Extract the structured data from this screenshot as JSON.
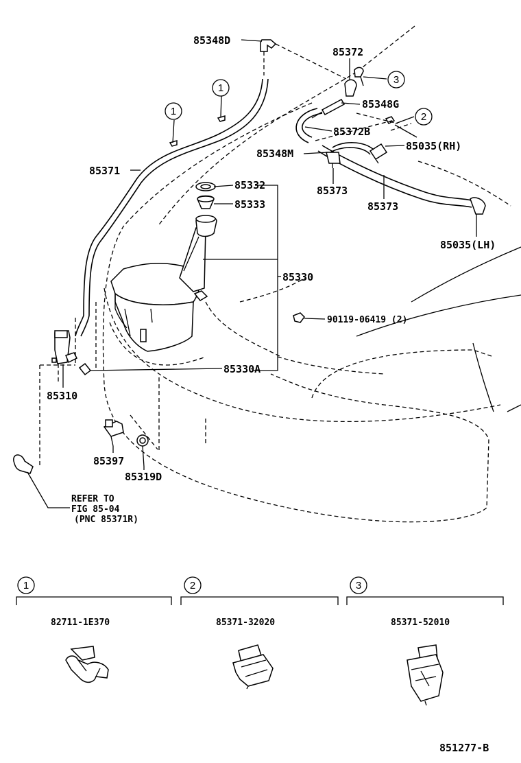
{
  "parts": {
    "p85348D": "85348D",
    "p85372": "85372",
    "p85348G": "85348G",
    "p85372B": "85372B",
    "p85035RH": "85035(RH)",
    "p85348M": "85348M",
    "p85373a": "85373",
    "p85373b": "85373",
    "p85035LH": "85035(LH)",
    "p85371": "85371",
    "p85332": "85332",
    "p85333": "85333",
    "p85330": "85330",
    "p90119": "90119-06419 (2)",
    "p85330A": "85330A",
    "p85310": "85310",
    "p85397": "85397",
    "p85319D": "85319D"
  },
  "refer": {
    "line1": "REFER TO",
    "line2": "FIG 85-04",
    "line3": "(PNC 85371R)"
  },
  "callouts": {
    "c1": "1",
    "c2": "2",
    "c3": "3"
  },
  "clips": [
    {
      "num": "1",
      "part": "82711-1E370"
    },
    {
      "num": "2",
      "part": "85371-32020"
    },
    {
      "num": "3",
      "part": "85371-52010"
    }
  ],
  "figure_id": "851277-B"
}
